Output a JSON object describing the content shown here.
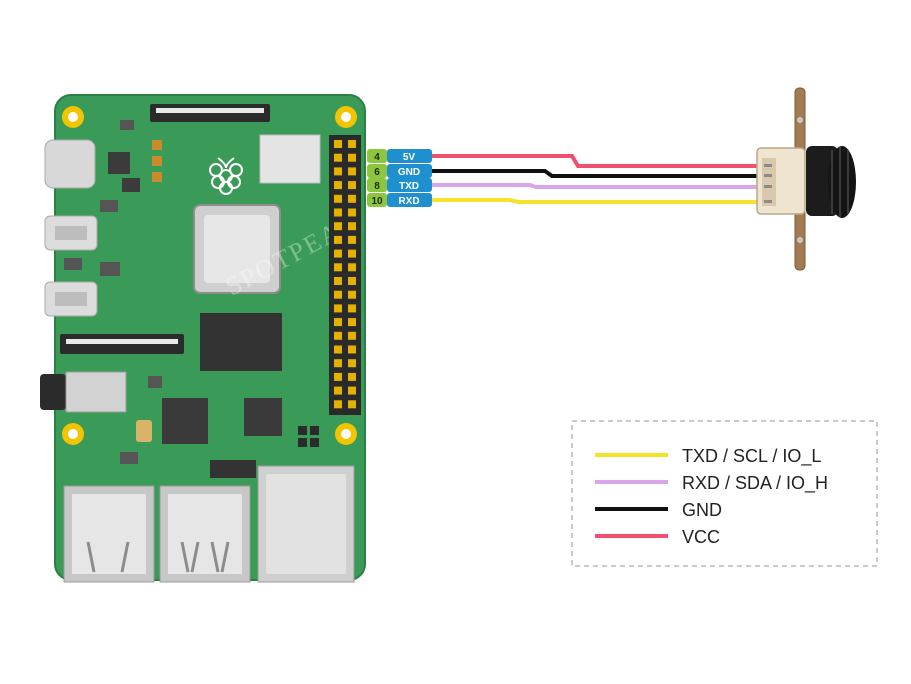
{
  "watermark": "SPOTPEAR",
  "pins": [
    {
      "number": "4",
      "label": "5V"
    },
    {
      "number": "6",
      "label": "GND"
    },
    {
      "number": "8",
      "label": "TXD"
    },
    {
      "number": "10",
      "label": "RXD"
    }
  ],
  "legend": [
    {
      "label": "TXD / SCL / IO_L",
      "color": "#f5e22a"
    },
    {
      "label": "RXD / SDA / IO_H",
      "color": "#d9a6ec"
    },
    {
      "label": "GND",
      "color": "#111111"
    },
    {
      "label": "VCC",
      "color": "#f0506e"
    }
  ],
  "colors": {
    "board_green": "#3a9a57",
    "pin_number_bg": "#8cc63f",
    "pin_label_bg": "#1e90d0",
    "wire_vcc": "#f0506e",
    "wire_gnd": "#111111",
    "wire_txd": "#d9a6ec",
    "wire_rxd": "#f5e22a"
  }
}
